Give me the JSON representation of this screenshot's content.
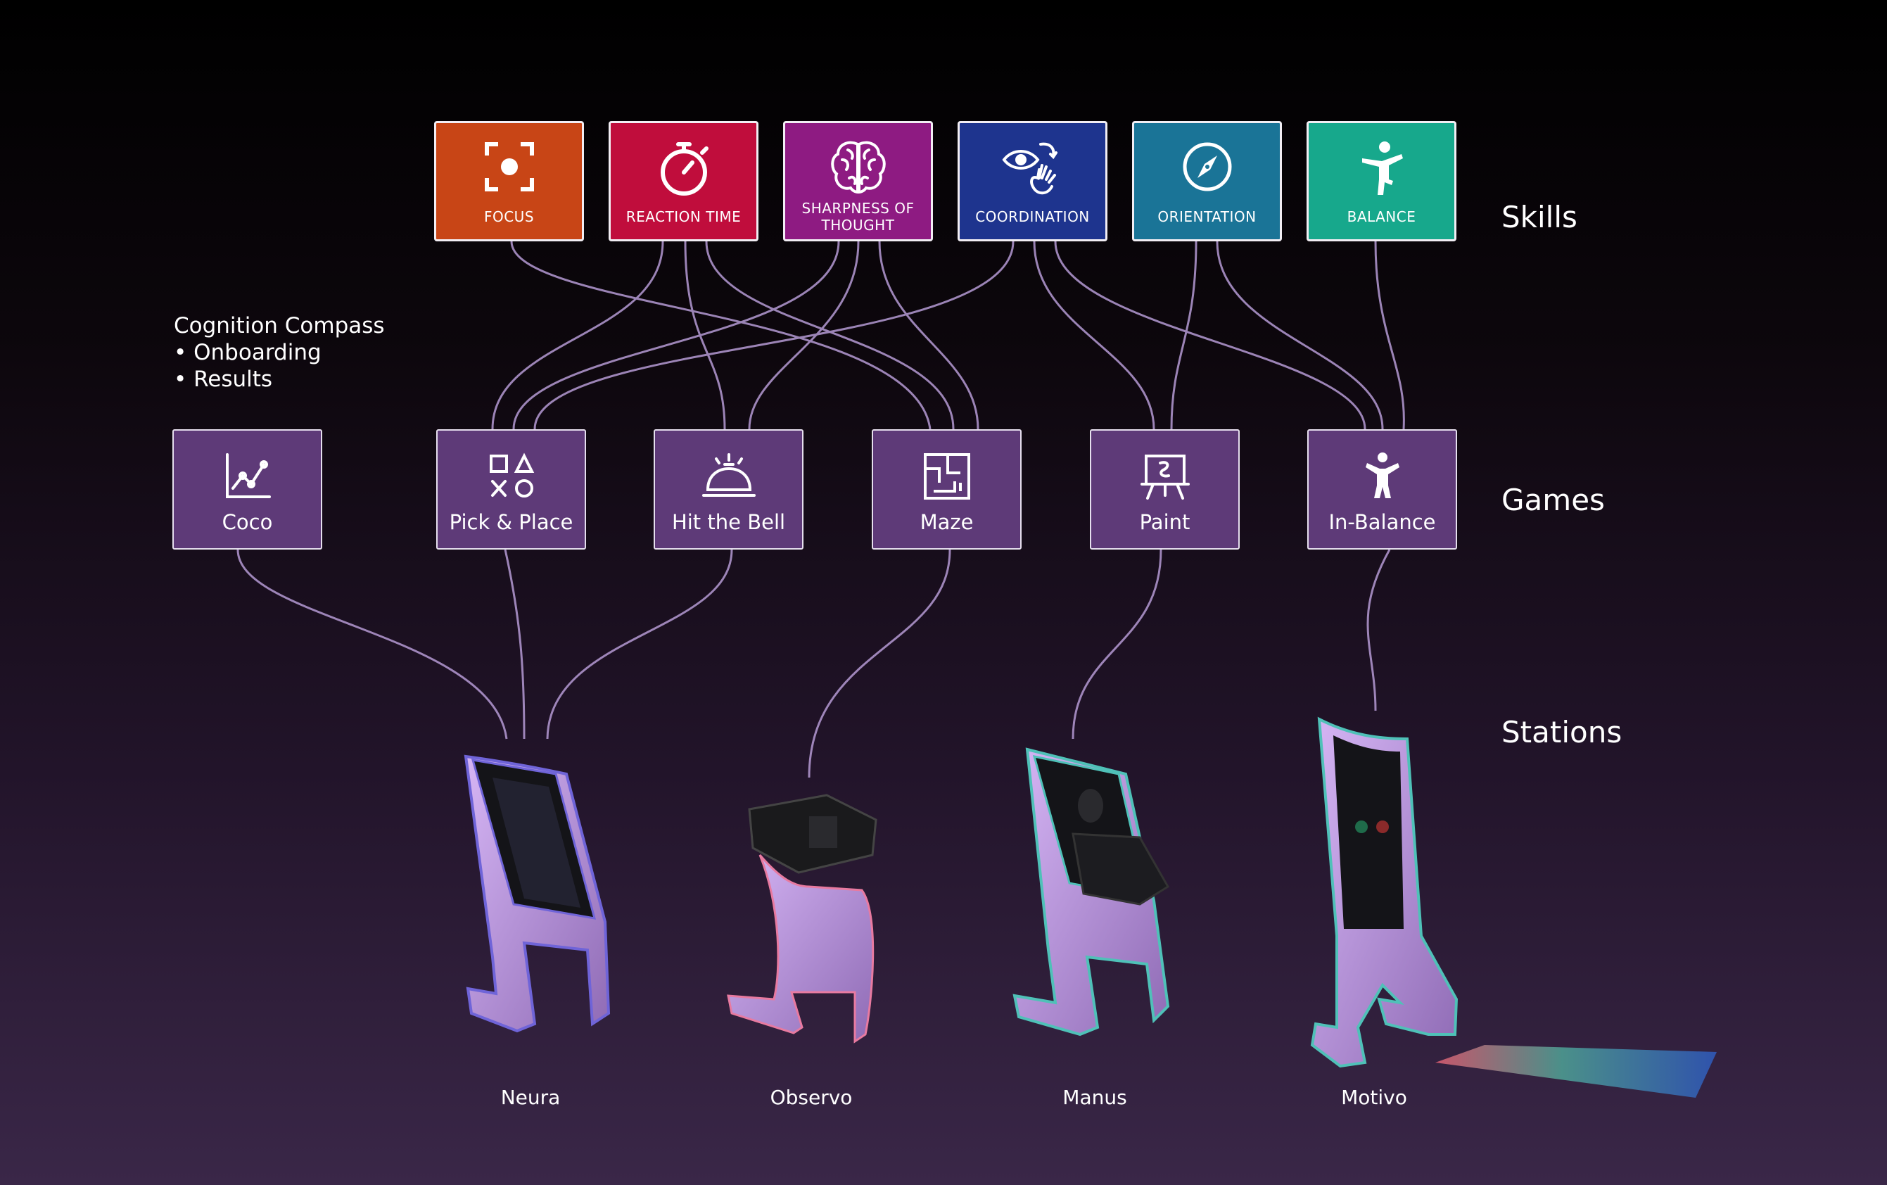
{
  "skills": [
    {
      "label": "FOCUS",
      "color": "#c84516",
      "icon": "focus-target-icon"
    },
    {
      "label": "REACTION TIME",
      "color": "#c00d3c",
      "icon": "stopwatch-icon"
    },
    {
      "label": "SHARPNESS OF THOUGHT",
      "color": "#8e1b82",
      "icon": "brain-icon"
    },
    {
      "label": "COORDINATION",
      "color": "#1e348e",
      "icon": "eye-hand-icon"
    },
    {
      "label": "ORIENTATION",
      "color": "#1a7497",
      "icon": "compass-icon"
    },
    {
      "label": "BALANCE",
      "color": "#17a88c",
      "icon": "balance-pose-icon"
    }
  ],
  "games": [
    {
      "label": "Coco",
      "icon": "line-chart-icon"
    },
    {
      "label": "Pick & Place",
      "icon": "shapes-icon"
    },
    {
      "label": "Hit the Bell",
      "icon": "service-bell-icon"
    },
    {
      "label": "Maze",
      "icon": "maze-icon"
    },
    {
      "label": "Paint",
      "icon": "easel-icon"
    },
    {
      "label": "In-Balance",
      "icon": "person-icon"
    }
  ],
  "stations": [
    {
      "label": "Neura",
      "icon": "kiosk-screen-icon"
    },
    {
      "label": "Observo",
      "icon": "kiosk-headset-icon"
    },
    {
      "label": "Manus",
      "icon": "kiosk-hand-device-icon"
    },
    {
      "label": "Motivo",
      "icon": "kiosk-floor-mat-icon"
    }
  ],
  "rows": {
    "skills": "Skills",
    "games": "Games",
    "stations": "Stations"
  },
  "cognition": {
    "title": "Cognition Compass",
    "items": [
      "• Onboarding",
      "• Results"
    ]
  },
  "colors": {
    "game_fill": "#5e3a78",
    "connector": "#b59ad4",
    "accent": "#c9a6ef"
  }
}
